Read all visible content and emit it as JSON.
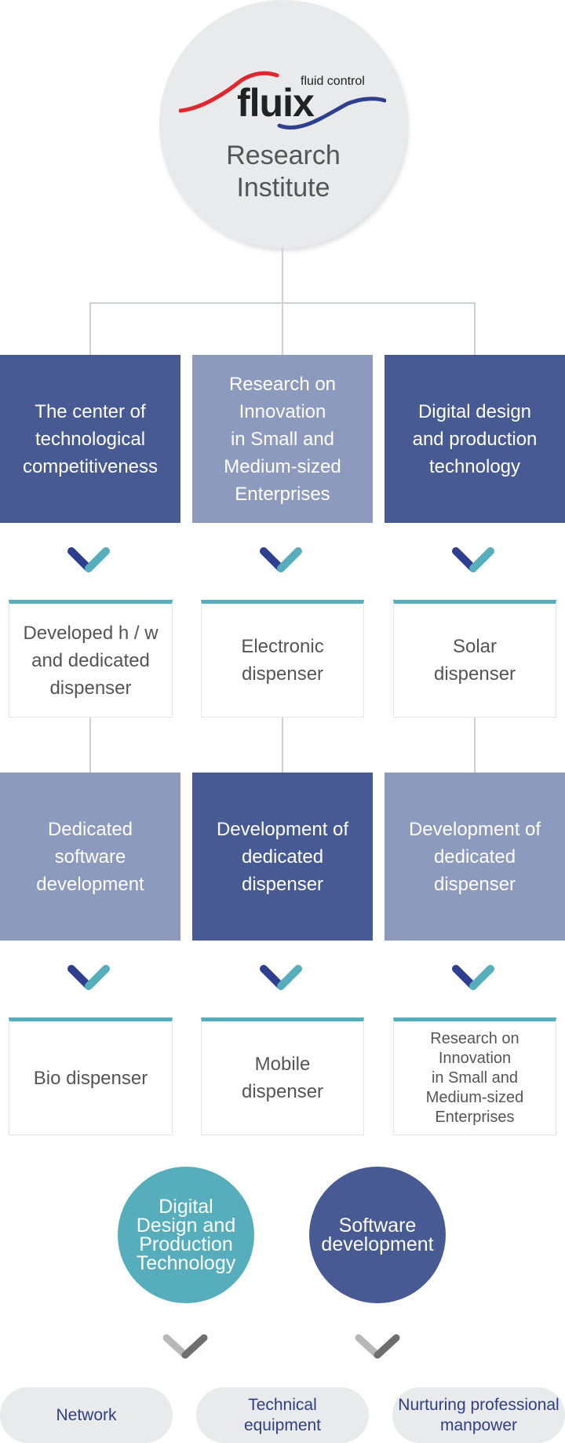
{
  "logo": {
    "word": "fluix",
    "tagline": "fluid control"
  },
  "hub": {
    "title": "Research\nInstitute"
  },
  "categories": [
    {
      "label": "The center of\ntechnological\ncompetitiveness"
    },
    {
      "label": "Research on\nInnovation\nin Small and\nMedium-sized\nEnterprises"
    },
    {
      "label": "Digital design\nand production\ntechnology"
    }
  ],
  "cards_row1": [
    {
      "label": "Developed h / w\nand dedicated\ndispenser"
    },
    {
      "label": "Electronic\ndispenser"
    },
    {
      "label": "Solar\ndispenser"
    }
  ],
  "development": [
    {
      "label": "Dedicated\nsoftware\ndevelopment"
    },
    {
      "label": "Development of\ndedicated\ndispenser"
    },
    {
      "label": "Development of\ndedicated\ndispenser"
    }
  ],
  "cards_row2": [
    {
      "label": "Bio dispenser"
    },
    {
      "label": "Mobile\ndispenser"
    },
    {
      "label": "Research on\nInnovation\nin Small and\nMedium-sized\nEnterprises"
    }
  ],
  "circles": [
    {
      "label": "Digital\nDesign and\nProduction\nTechnology"
    },
    {
      "label": "Software\ndevelopment"
    }
  ],
  "outcomes": [
    {
      "label": "Network"
    },
    {
      "label": "Technical\nequipment"
    },
    {
      "label": "Nurturing professional\nmanpower"
    }
  ],
  "colors": {
    "navy": "#475a93",
    "periwinkle": "#8c9abe",
    "teal": "#56aebd",
    "gray": "#e9eaeb",
    "logo_red": "#e0262e",
    "logo_blue": "#2f3f8f"
  }
}
